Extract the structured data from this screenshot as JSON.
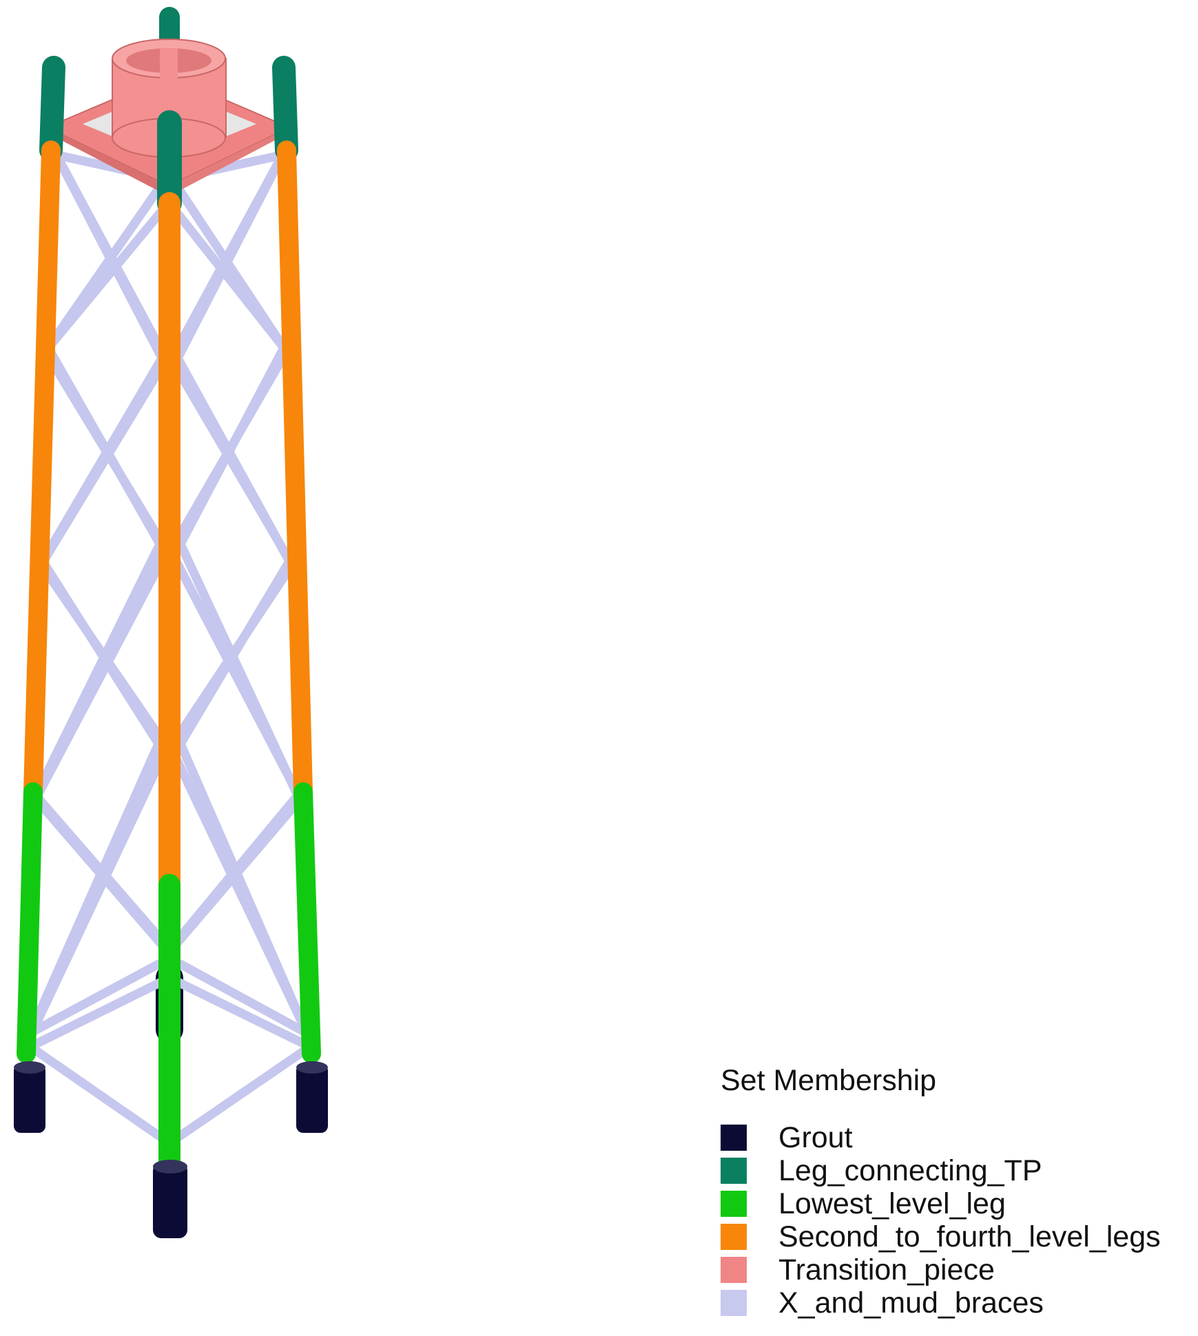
{
  "legend": {
    "title": "Set Membership",
    "items": [
      {
        "label": "Grout",
        "color": "#0b0b35"
      },
      {
        "label": "Leg_connecting_TP",
        "color": "#0a7f62"
      },
      {
        "label": "Lowest_level_leg",
        "color": "#12c912"
      },
      {
        "label": "Second_to_fourth_level_legs",
        "color": "#f7860b"
      },
      {
        "label": "Transition_piece",
        "color": "#f08585"
      },
      {
        "label": "X_and_mud_braces",
        "color": "#c8c9ef"
      }
    ]
  }
}
